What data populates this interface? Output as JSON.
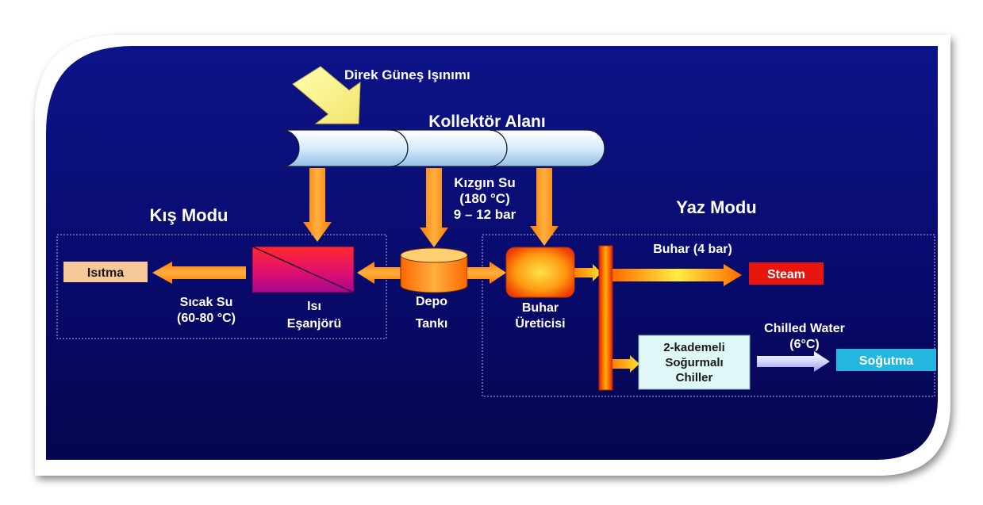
{
  "title": "Kollektör Alanı",
  "solar_label": "Direk Güneş Işınımı",
  "superheated": {
    "line1": "Kızgın Su",
    "line2": "(180 °C)",
    "line3": "9 – 12 bar"
  },
  "winter_mode": {
    "title": "Kış Modu",
    "heating": "Isıtma",
    "hot_water_line1": "Sıcak Su",
    "hot_water_line2": "(60-80 °C)",
    "exchanger_line1": "Isı",
    "exchanger_line2": "Eşanjörü"
  },
  "storage": {
    "line1": "Depo",
    "line2": "Tankı"
  },
  "summer_mode": {
    "title": "Yaz Modu",
    "generator_line1": "Buhar",
    "generator_line2": "Üreticisi",
    "steam_pressure": "Buhar (4 bar)",
    "steam": "Steam",
    "chiller_line1": "2-kademeli",
    "chiller_line2": "Soğurmalı",
    "chiller_line3": "Chiller",
    "chilled_line1": "Chilled Water",
    "chilled_line2": "(6°C)",
    "cooling": "Soğutma"
  },
  "colors": {
    "background": "#0a0c6e",
    "arrow": "#ff8c00",
    "steam_box": "#e8160c",
    "heating_box": "#f7c99a",
    "cooling_box": "#22b6e0",
    "chiller_box": "#dff7f7"
  }
}
